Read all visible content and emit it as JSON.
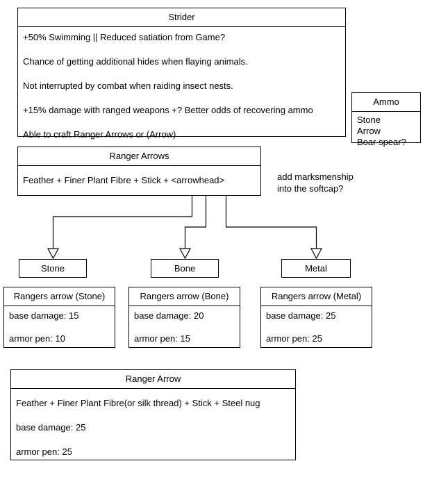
{
  "diagram": {
    "type": "flowchart",
    "background_color": "#ffffff",
    "line_color": "#000000",
    "text_color": "#000000"
  },
  "strider": {
    "title": "Strider",
    "lines": [
      "+50% Swimming || Reduced satiation from Game?",
      "Chance of getting additional hides when flaying animals.",
      "Not interrupted by combat when raiding insect nests.",
      "+15% damage with ranged weapons +? Better odds of recovering ammo",
      "Able to craft Ranger Arrows or (Arrow)"
    ]
  },
  "ammo": {
    "title": "Ammo",
    "items": [
      "Stone",
      "Arrow",
      "Boar spear?"
    ]
  },
  "ranger_arrows": {
    "title": "Ranger Arrows",
    "recipe": "Feather + Finer Plant Fibre + Stick + <arrowhead>"
  },
  "note": {
    "text": "add marksmenship\ninto the softcap?"
  },
  "arrowheads": [
    {
      "label": "Stone"
    },
    {
      "label": "Bone"
    },
    {
      "label": "Metal"
    }
  ],
  "variants": [
    {
      "title": "Rangers arrow (Stone)",
      "base_damage": "base damage: 15",
      "armor_pen": "armor pen: 10"
    },
    {
      "title": "Rangers arrow (Bone)",
      "base_damage": "base damage: 20",
      "armor_pen": "armor pen: 15"
    },
    {
      "title": "Rangers arrow (Metal)",
      "base_damage": "base damage: 25",
      "armor_pen": "armor pen: 25"
    }
  ],
  "ranger_arrow_final": {
    "title": "Ranger Arrow",
    "recipe": "Feather + Finer Plant Fibre(or silk thread) + Stick + Steel nug",
    "base_damage": "base damage: 25",
    "armor_pen": "armor pen: 25"
  }
}
